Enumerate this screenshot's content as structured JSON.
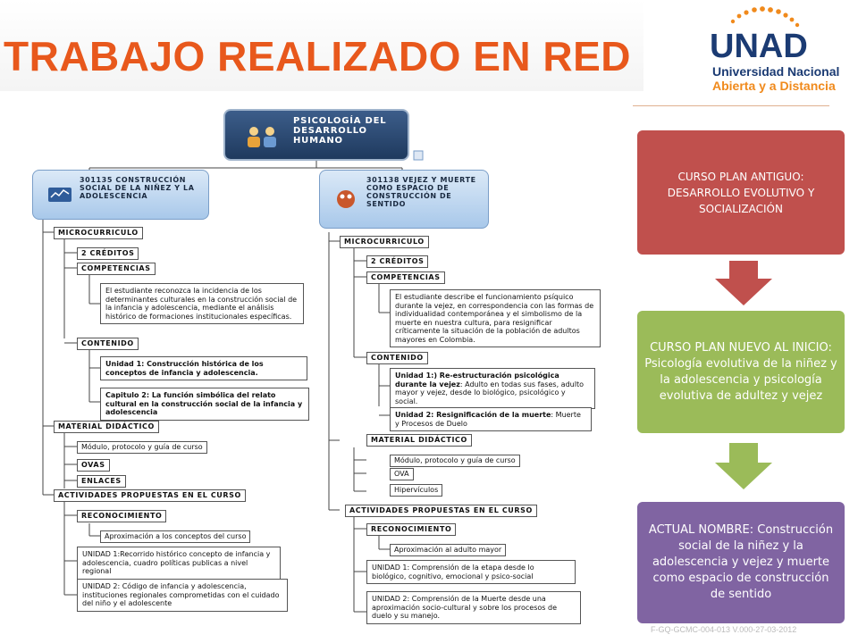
{
  "title": "TRABAJO REALIZADO EN RED",
  "logo": {
    "mark": "UNAD",
    "line1": "Universidad Nacional",
    "line2": "Abierta y a Distancia"
  },
  "map": {
    "root": "PSICOLOGÍA DEL DESARROLLO HUMANO",
    "left": {
      "branch": "301135 CONSTRUCCIÓN SOCIAL DE LA NIÑEZ Y LA ADOLESCENCIA",
      "microcurriculo": "MICROCURRICULO",
      "creditos": "2 CRÉDITOS",
      "competencias": "COMPETENCIAS",
      "competencias_text": "El estudiante reconozca la incidencia de los determinantes culturales en la construcción social de la infancia y adolescencia, mediante el análisis histórico de formaciones institucionales específicas.",
      "contenido": "CONTENIDO",
      "unidad1": "Unidad 1: Construcción histórica de los conceptos de infancia y adolescencia.",
      "capitulo2": "Capitulo 2: La función simbólica del relato cultural en la construcción social de la infancia y adolescencia",
      "material": "MATERIAL DIDÁCTICO",
      "modulo": "Módulo, protocolo y guía de curso",
      "ovas": "OVAS",
      "enlaces": "ENLACES",
      "actividades": "ACTIVIDADES PROPUESTAS EN EL CURSO",
      "reconocimiento": "RECONOCIMIENTO",
      "aproximacion": "Aproximación a los conceptos del curso",
      "act_unidad1": "UNIDAD 1:Recorrido histórico concepto de infancia y adolescencia, cuadro políticas publicas a nivel regional",
      "act_unidad2": "UNIDAD 2: Código de infancia y adolescencia, instituciones regionales comprometidas con el cuidado del niño y el adolescente"
    },
    "right": {
      "branch": "301138 VEJEZ Y MUERTE COMO ESPACIO DE CONSTRUCCIÓN DE SENTIDO",
      "microcurriculo": "MICROCURRICULO",
      "creditos": "2 CRÉDITOS",
      "competencias": "COMPETENCIAS",
      "competencias_text": "El estudiante describe el funcionamiento psíquico durante la vejez, en correspondencia con las formas de individualidad contemporánea y el simbolismo de la muerte en nuestra cultura, para resignificar críticamente la situación de la población de adultos mayores en Colombia.",
      "contenido": "CONTENIDO",
      "unidad1_b": "Unidad 1:) Re-estructuración psicológica durante la vejez",
      "unidad1_r": ": Adulto en todas sus fases, adulto mayor y vejez, desde lo biológico, psicológico y social.",
      "unidad2_b": "Unidad 2: Resignificación de la muerte",
      "unidad2_r": ": Muerte y Procesos de Duelo",
      "material": "MATERIAL DIDÁCTICO",
      "modulo": "Módulo, protocolo y guía de curso",
      "ova": "OVA",
      "hipervinculos": "Hipervículos",
      "actividades": "ACTIVIDADES PROPUESTAS EN EL CURSO",
      "reconocimiento": "RECONOCIMIENTO",
      "aproximacion": "Aproximación al adulto mayor",
      "act_unidad1": "UNIDAD 1: Comprensión de la etapa desde lo biológico, cognitivo, emocional y psico-social",
      "act_unidad2": "UNIDAD 2: Comprensión de la Muerte desde una aproximación socio-cultural y sobre los procesos de duelo y su manejo."
    }
  },
  "flow": {
    "step1": "CURSO PLAN ANTIGUO: DESARROLLO EVOLUTIVO Y SOCIALIZACIÓN",
    "step2": "CURSO PLAN NUEVO AL INICIO: Psicología evolutiva de la niñez y la adolescencia y psicología evolutiva de adultez y vejez",
    "step3": "ACTUAL NOMBRE: Construcción social de la niñez y la adolescencia y vejez y muerte como espacio de construcción de sentido",
    "colors": {
      "step1": "#c0504d",
      "step2": "#9bbb59",
      "step3": "#8064a2"
    }
  },
  "footer": "F-GQ-GCMC-004-013 V.000-27-03-2012",
  "colors": {
    "title": "#e8581c",
    "logo_blue": "#1b3b73",
    "logo_orange": "#f08a1c"
  }
}
